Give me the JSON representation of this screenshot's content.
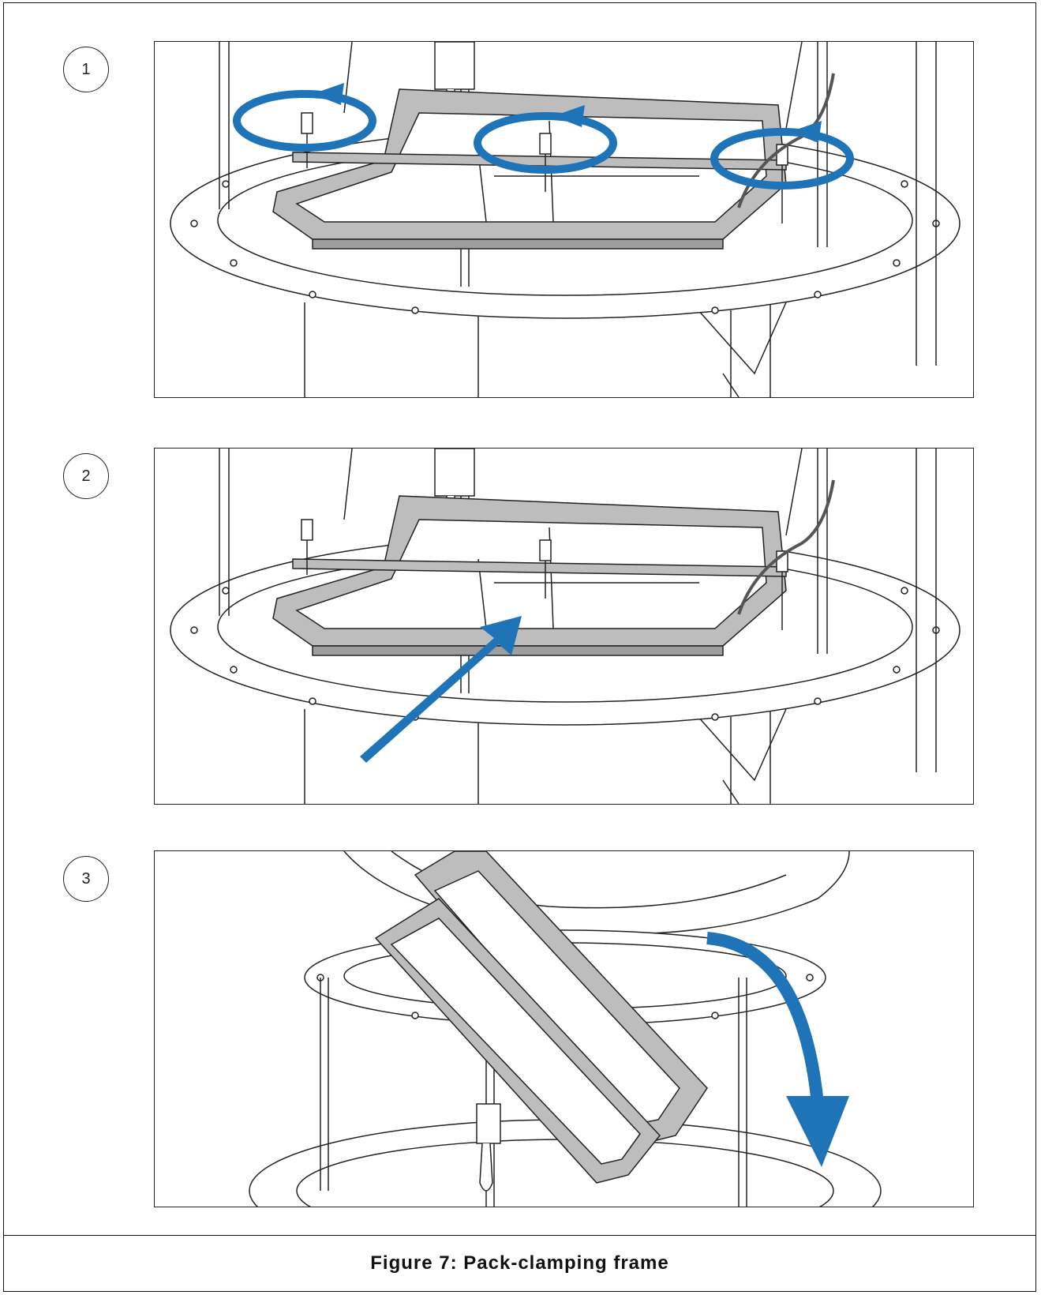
{
  "figure": {
    "caption": "Figure 7:  Pack-clamping frame"
  },
  "steps": [
    {
      "number": "1"
    },
    {
      "number": "2"
    },
    {
      "number": "3"
    }
  ],
  "colors": {
    "arrow": "#1f73b7",
    "frame_fill": "#bdbdbd",
    "line": "#222222"
  },
  "icons": {
    "step1": "rotate-arrow-icon",
    "step2": "push-arrow-icon",
    "step3": "swing-down-arrow-icon"
  }
}
